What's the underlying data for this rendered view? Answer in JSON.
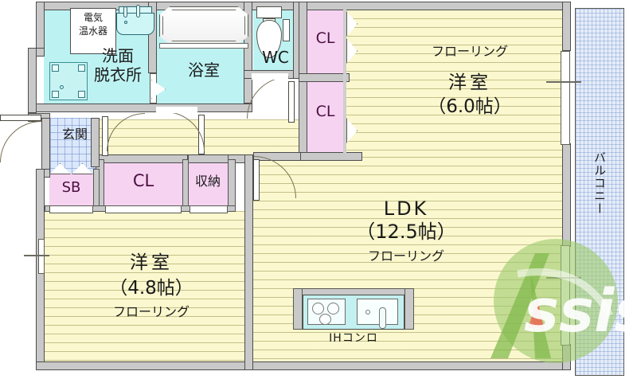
{
  "plan": {
    "type": "japanese-apartment-floorplan",
    "rooms": [
      {
        "id": "bedroom-east",
        "name": "洋室",
        "size": "（6.0帖）",
        "flooring": "フローリング"
      },
      {
        "id": "bedroom-west",
        "name": "洋室",
        "size": "（4.8帖）",
        "flooring": "フローリング"
      },
      {
        "id": "ldk",
        "name": "LDK",
        "size": "（12.5帖）",
        "flooring": "フローリング"
      },
      {
        "id": "bath",
        "name": "浴室"
      },
      {
        "id": "washroom",
        "name": "洗面\n脱衣所",
        "line1": "洗面",
        "line2": "脱衣所"
      },
      {
        "id": "toilet",
        "name": "WC"
      },
      {
        "id": "entrance",
        "name": "玄関"
      },
      {
        "id": "balcony",
        "name": "バルコニー"
      }
    ],
    "storage": [
      {
        "id": "cl-north",
        "label": "CL"
      },
      {
        "id": "cl-mid",
        "label": "CL"
      },
      {
        "id": "cl-hall",
        "label": "CL"
      },
      {
        "id": "closet-oshiire",
        "label": "収納"
      },
      {
        "id": "shoebox",
        "label": "SB"
      }
    ],
    "equipment": [
      {
        "id": "water-heater",
        "line1": "電気",
        "line2": "温水器"
      },
      {
        "id": "ih-cooktop",
        "label": "IHコンロ"
      }
    ],
    "watermark": {
      "text_main": "A",
      "text_rest": "ssist"
    },
    "colors": {
      "wood_floor": "#fbf8cf",
      "water_room": "#bdf2f2",
      "closet_pink": "#f7d3f2",
      "entrance_tile": "#dbe8fb",
      "balcony_tile": "#e4ecf9",
      "wall_gray": "#c9c9c9",
      "wall_line": "#4d4d4d",
      "watermark_green": "#a7d07a",
      "watermark_red": "#f06a5a"
    }
  }
}
